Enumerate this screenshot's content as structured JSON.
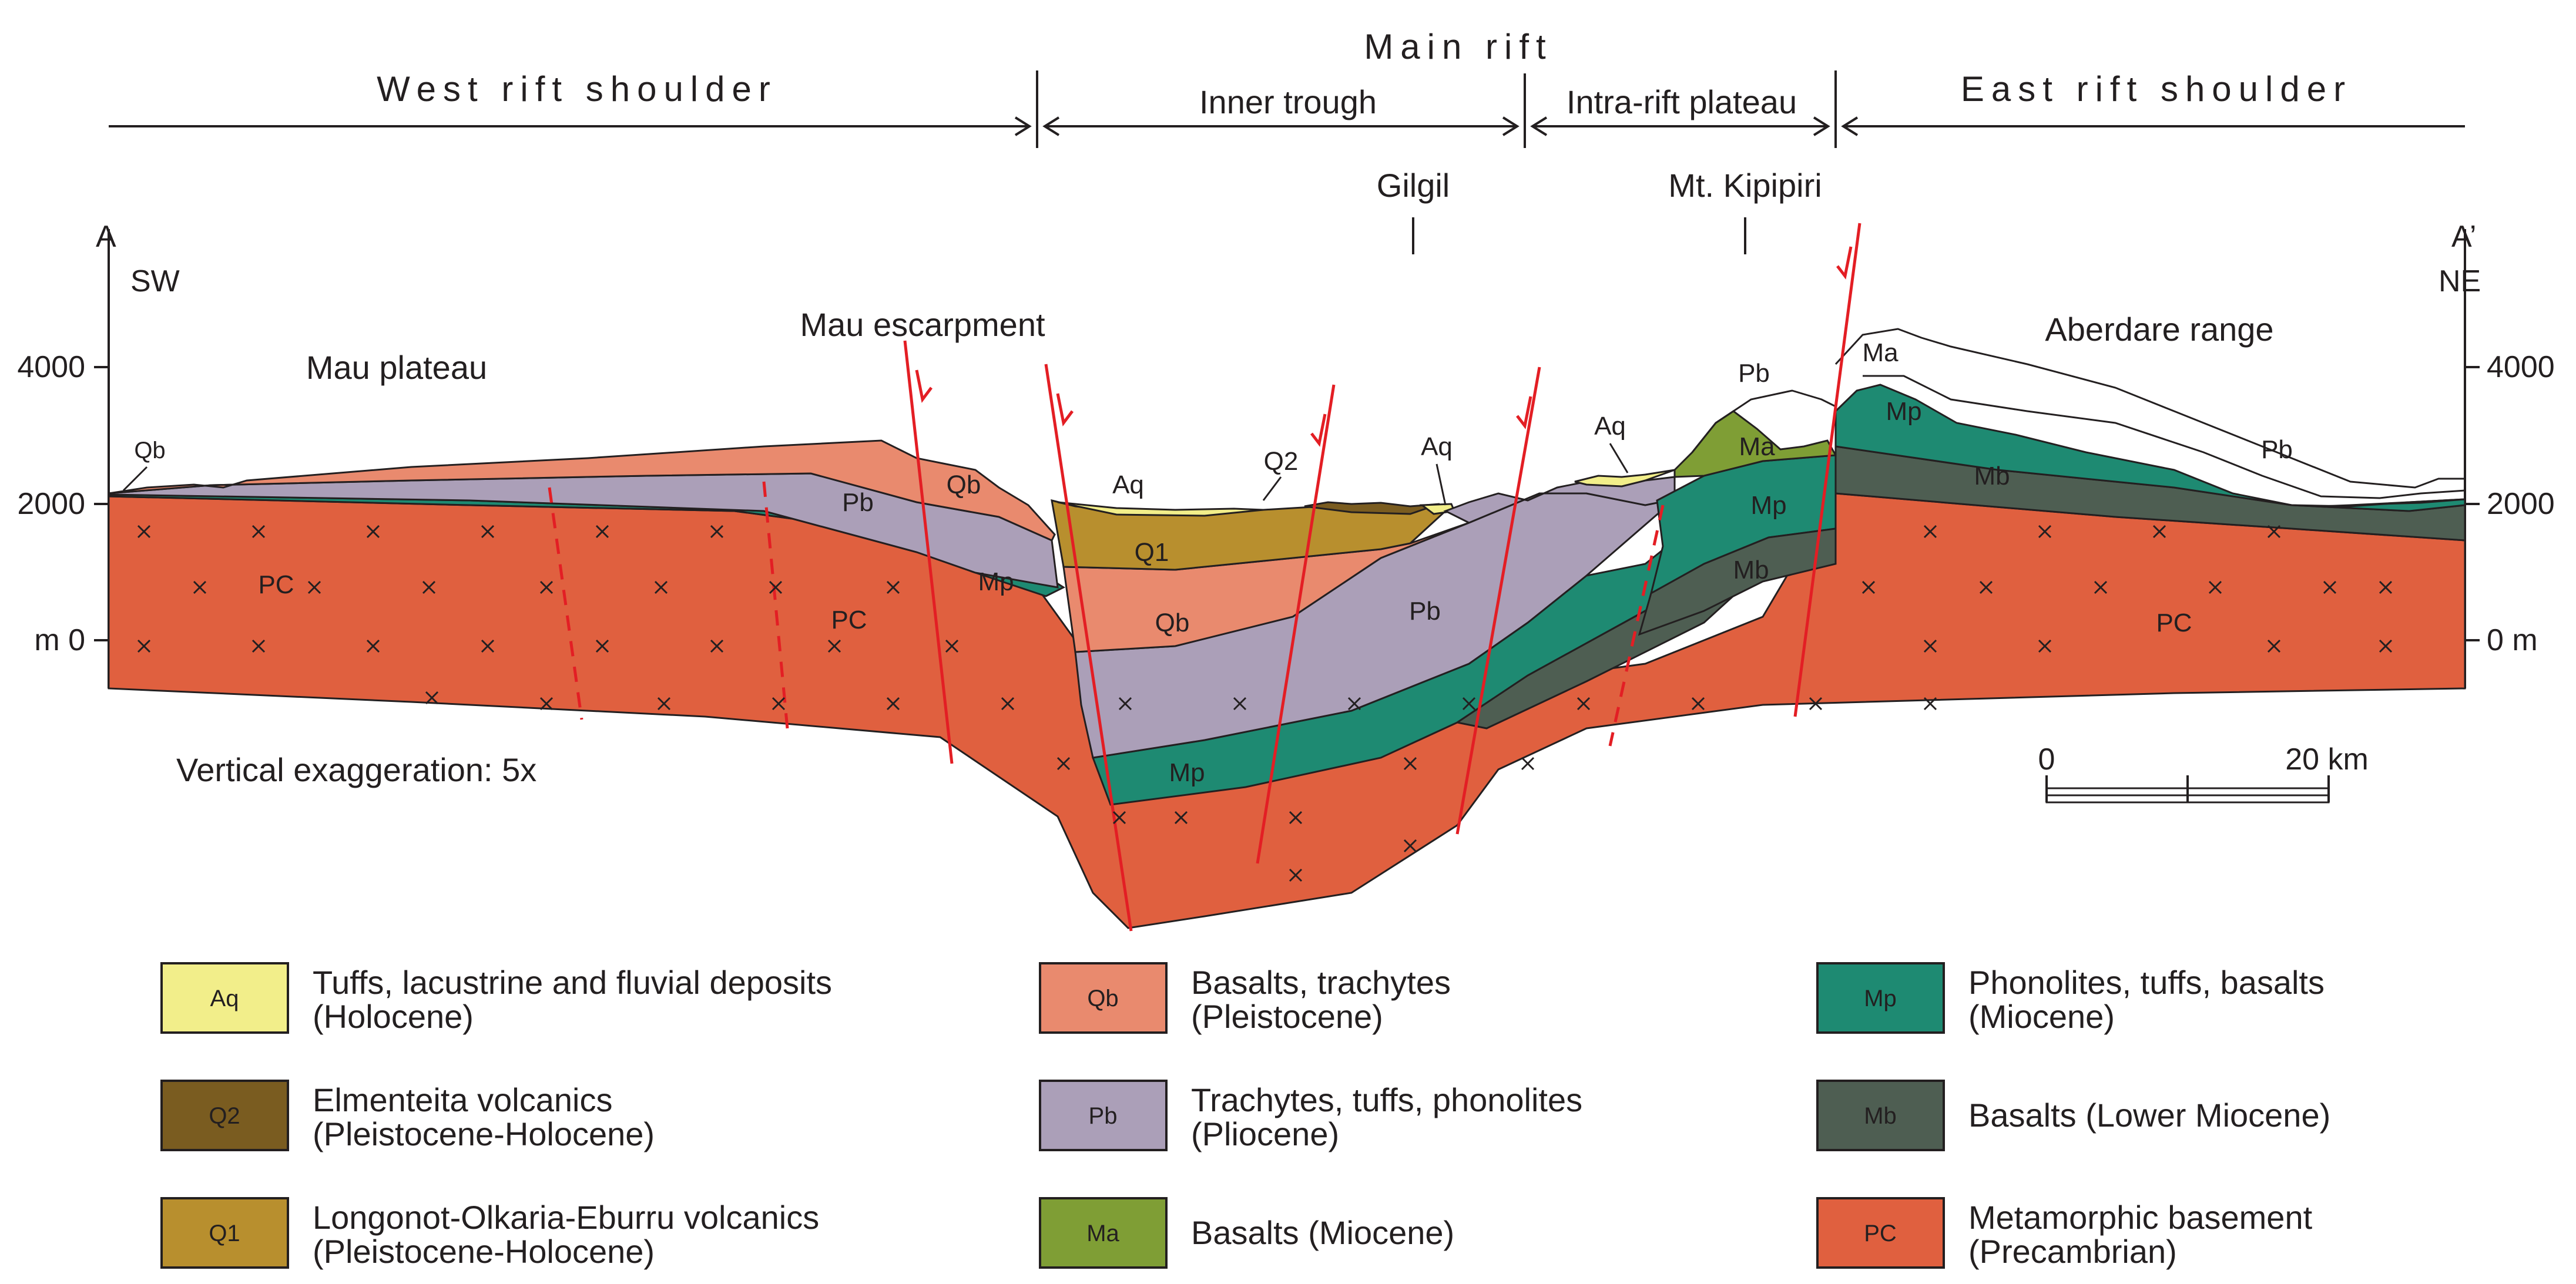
{
  "header": {
    "main_rift": "Main rift",
    "west_shoulder": "West rift shoulder",
    "inner_trough": "Inner trough",
    "intra_rift": "Intra-rift plateau",
    "east_shoulder": "East rift shoulder"
  },
  "section": {
    "start_label": "A",
    "end_label": "A’",
    "sw": "SW",
    "ne": "NE",
    "places": {
      "gilgil": "Gilgil",
      "kipipiri": "Mt. Kipipiri",
      "mau_plateau": "Mau plateau",
      "mau_escarpment": "Mau escarpment",
      "aberdare": "Aberdare range"
    },
    "y_ticks": [
      "4000",
      "2000",
      "m 0"
    ],
    "y_ticks_right": [
      "4000",
      "2000",
      "0 m"
    ],
    "exaggeration": "Vertical exaggeration: 5x",
    "scale": {
      "start": "0",
      "end": "20 km"
    },
    "unit_labels": {
      "pc_west": "PC",
      "pc_mid": "PC",
      "pc_east": "PC",
      "qb_west": "Qb",
      "qb_escarp": "Qb",
      "qb_trough": "Qb",
      "pb_west": "Pb",
      "pb_trough": "Pb",
      "pb_kip": "Pb",
      "pb_east": "Pb",
      "mp_west": "Mp",
      "mp_trough": "Mp",
      "mp_kip": "Mp",
      "mp_east": "Mp",
      "mb_kip": "Mb",
      "mb_east": "Mb",
      "ma_kip": "Ma",
      "ma_east": "Ma",
      "q1": "Q1",
      "q2": "Q2",
      "aq_trough": "Aq",
      "aq_gilgil": "Aq",
      "aq_kip": "Aq"
    }
  },
  "legend": [
    {
      "code": "Aq",
      "color": "#f2ee8a",
      "line1": "Tuffs, lacustrine and fluvial deposits",
      "line2": "(Holocene)"
    },
    {
      "code": "Q2",
      "color": "#7a5c20",
      "line1": "Elmenteita volcanics",
      "line2": "(Pleistocene-Holocene)"
    },
    {
      "code": "Q1",
      "color": "#b88f2e",
      "line1": "Longonot-Olkaria-Eburru volcanics",
      "line2": "(Pleistocene-Holocene)"
    },
    {
      "code": "Qb",
      "color": "#e98a6e",
      "line1": "Basalts, trachytes",
      "line2": "(Pleistocene)"
    },
    {
      "code": "Pb",
      "color": "#ab9fb8",
      "line1": "Trachytes, tuffs, phonolites",
      "line2": "(Pliocene)"
    },
    {
      "code": "Ma",
      "color": "#7f9e35",
      "line1": "Basalts (Miocene)",
      "line2": ""
    },
    {
      "code": "Mp",
      "color": "#1e8a72",
      "line1": "Phonolites, tuffs, basalts",
      "line2": "(Miocene)"
    },
    {
      "code": "Mb",
      "color": "#4e5e52",
      "line1": "Basalts (Lower Miocene)",
      "line2": ""
    },
    {
      "code": "PC",
      "color": "#e0603f",
      "line1": "Metamorphic basement",
      "line2": "(Precambrian)"
    }
  ]
}
